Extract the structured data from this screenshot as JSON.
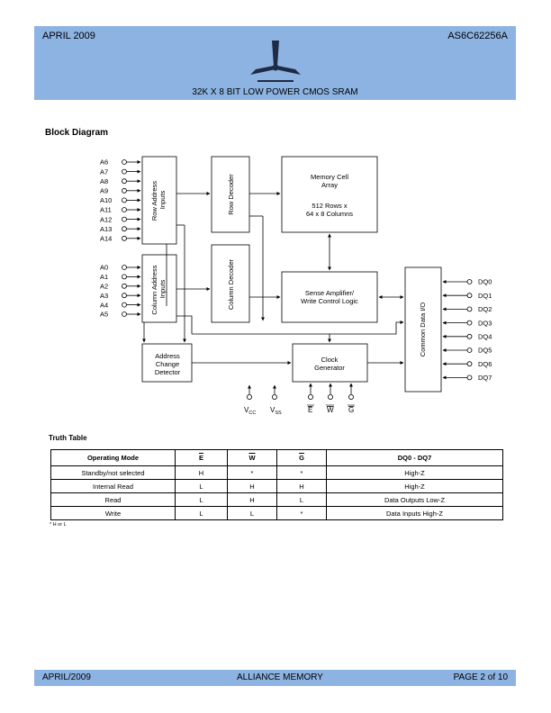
{
  "header": {
    "date": "APRIL 2009",
    "part_number": "AS6C62256A",
    "subtitle": "32K X 8 BIT LOW POWER CMOS SRAM"
  },
  "section_title": "Block Diagram",
  "diagram": {
    "row_address_pins": [
      "A6",
      "A7",
      "A8",
      "A9",
      "A10",
      "A11",
      "A12",
      "A13",
      "A14"
    ],
    "column_address_pins": [
      "A0",
      "A1",
      "A2",
      "A3",
      "A4",
      "A5"
    ],
    "data_pins": [
      "DQ0",
      "DQ1",
      "DQ2",
      "DQ3",
      "DQ4",
      "DQ5",
      "DQ6",
      "DQ7"
    ],
    "row_address_inputs": [
      "Row Address",
      "Inputs"
    ],
    "row_decoder": "Row Decoder",
    "memory_cell_array": [
      "Memory Cell",
      "Array"
    ],
    "memory_size": [
      "512 Rows x",
      "64 x 8 Columns"
    ],
    "column_address_inputs": [
      "Column Address",
      "Inputs"
    ],
    "column_decoder": "Column Decoder",
    "sense_amplifier": [
      "Sense Amplifier/",
      "Write Control Logic"
    ],
    "common_data_io": "Common Data I/O",
    "address_change_detector": [
      "Address",
      "Change",
      "Detector"
    ],
    "clock_generator": [
      "Clock",
      "Generator"
    ],
    "vcc": "V",
    "vcc_sub": "CC",
    "vss": "V",
    "vss_sub": "SS",
    "e_bar": "E",
    "w_bar": "W",
    "g_bar": "G"
  },
  "truth_table": {
    "title": "Truth Table",
    "headers": [
      "Operating Mode",
      "E",
      "W",
      "G",
      "DQ0 - DQ7"
    ],
    "rows": [
      [
        "Standby/not selected",
        "H",
        "*",
        "*",
        "High-Z"
      ],
      [
        "Internal Read",
        "L",
        "H",
        "H",
        "High-Z"
      ],
      [
        "Read",
        "L",
        "H",
        "L",
        "Data Outputs Low-Z"
      ],
      [
        "Write",
        "L",
        "L",
        "*",
        "Data Inputs High-Z"
      ]
    ],
    "note": "* H or L"
  },
  "footer": {
    "date": "APRIL/2009",
    "company": "ALLIANCE MEMORY",
    "page": "PAGE 2 of 10"
  },
  "colors": {
    "header_bg": "#8db3e2",
    "logo": "#1f2a44"
  }
}
